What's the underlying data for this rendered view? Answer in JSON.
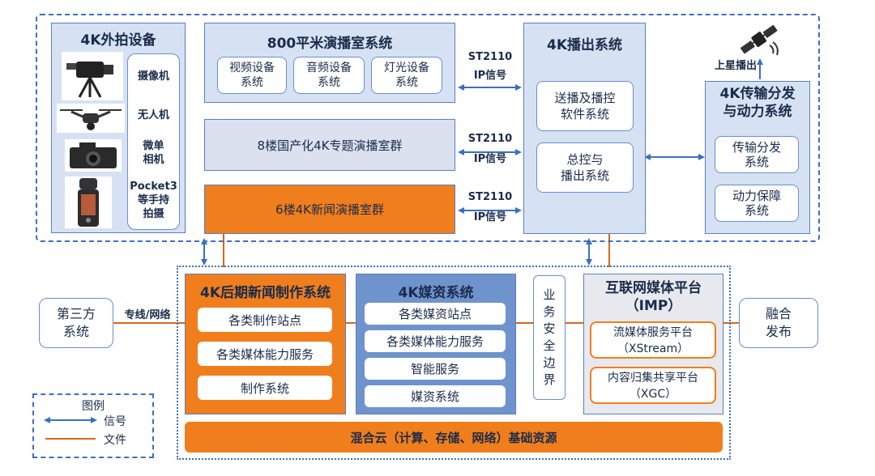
{
  "outer_top": {
    "capture": {
      "title": "4K外拍设备",
      "devices": [
        {
          "label": "摄像机",
          "icon": "video-camera-icon"
        },
        {
          "label": "无人机",
          "icon": "drone-icon"
        },
        {
          "label": "微单\n相机",
          "icon": "mirrorless-camera-icon"
        },
        {
          "label": "Pocket3\n等手持\n拍摄",
          "icon": "handheld-gimbal-icon"
        }
      ]
    },
    "studio800": {
      "title": "800平米演播室系统",
      "subs": [
        "视频设备\n系统",
        "音频设备\n系统",
        "灯光设备\n系统"
      ]
    },
    "studio8f": {
      "title": "8楼国产化4K专题演播室群"
    },
    "studio6f": {
      "title": "6楼4K新闻演播室群"
    },
    "signals": [
      {
        "line1": "ST2110",
        "line2": "IP信号"
      },
      {
        "line1": "ST2110",
        "line2": "IP信号"
      },
      {
        "line1": "ST2110",
        "line2": "IP信号"
      }
    ],
    "broadcast": {
      "title": "4K播出系统",
      "subs": [
        "送播及播控\n软件系统",
        "总控与\n播出系统"
      ]
    },
    "transmission": {
      "title": "4K传输分发\n与动力系统",
      "subs": [
        "传输分发\n系统",
        "动力保障\n系统"
      ]
    },
    "satellite": {
      "label": "上星播出",
      "icon": "satellite-icon"
    }
  },
  "outer_bottom": {
    "post": {
      "title": "4K后期新闻制作系统",
      "items": [
        "各类制作站点",
        "各类媒体能力服务",
        "制作系统"
      ]
    },
    "media": {
      "title": "4K媒资系统",
      "items": [
        "各类媒资站点",
        "各类媒体能力服务",
        "智能服务",
        "媒资系统"
      ]
    },
    "security": {
      "label": "业\n务\n安\n全\n边\n界"
    },
    "imp": {
      "title": "互联网媒体平台\n（IMP）",
      "items": [
        "流媒体服务平台\n（XStream）",
        "内容归集共享平台\n（XGC）"
      ]
    },
    "cloud": {
      "label": "混合云（计算、存储、网络）基础资源"
    }
  },
  "third_party": {
    "label": "第三方\n系统",
    "link": "专线/网络"
  },
  "publish": {
    "label": "融合\n发布"
  },
  "legend": {
    "title": "图例",
    "signal": "信号",
    "file": "文件"
  },
  "colors": {
    "accent_blue": "#3c6fc0",
    "panel_blue": "#d6e2f3",
    "orange": "#f07e1d",
    "media_blue": "#6f93cc",
    "file_line": "#d2691e"
  }
}
